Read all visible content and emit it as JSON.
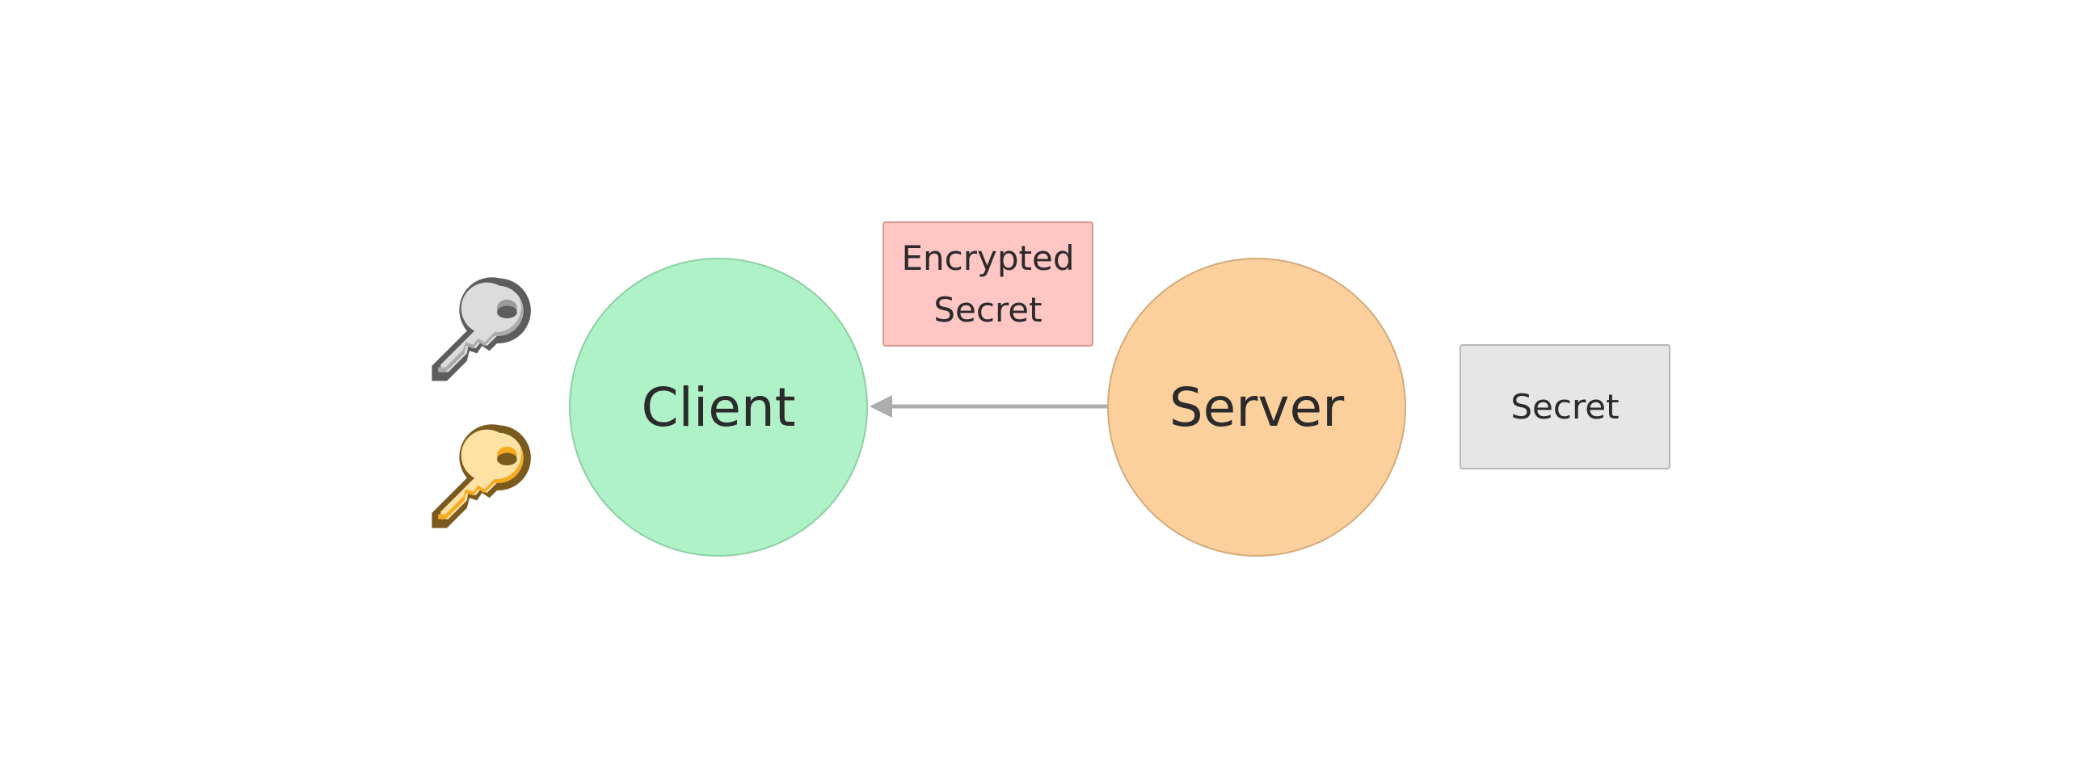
{
  "nodes": {
    "client": {
      "label": "Client"
    },
    "server": {
      "label": "Server"
    },
    "encrypted_secret": {
      "line1": "Encrypted",
      "line2": "Secret"
    },
    "secret": {
      "label": "Secret"
    }
  },
  "icons": {
    "silver_key": "silver-key-icon",
    "gold_key": "gold-key-icon"
  },
  "edges": [
    {
      "from": "Server",
      "to": "Client"
    }
  ],
  "colors": {
    "client_fill": "#b0f2c8",
    "server_fill": "#fbd09c",
    "encrypted_fill": "#ffc6c4",
    "secret_fill": "#e6e6e6",
    "arrow": "#adadad"
  }
}
